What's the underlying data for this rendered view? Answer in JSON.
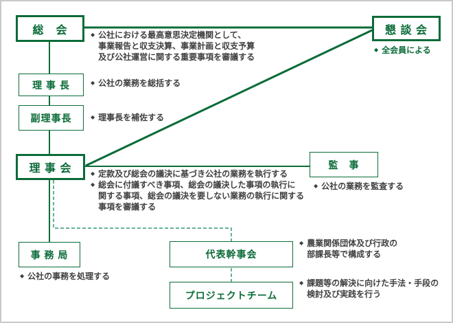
{
  "meta": {
    "bullet": "◆",
    "accent_green": "#0a6b38",
    "dashed_green": "#2f9a6a",
    "body_text_color": "#404040",
    "frame_color": "#c9c9c9"
  },
  "nodes": {
    "soukai": {
      "label": "総　会"
    },
    "kondankai": {
      "label": "懇 談 会"
    },
    "rijichou": {
      "label": "理 事 長"
    },
    "fukurijichou": {
      "label": "副理事長"
    },
    "rijikai": {
      "label": "理 事 会"
    },
    "kanji": {
      "label": "監　事"
    },
    "jimukyoku": {
      "label": "事 務 局"
    },
    "daihyokanjikai": {
      "label": "代表幹事会"
    },
    "project_team": {
      "label": "プロジェクトチーム"
    }
  },
  "notes": {
    "soukai": {
      "bullets": [
        {
          "text": "公社における最高意思決定機関として、\n事業報告と収支決算、事業計画と収支予算\n及び公社運営に関する重要事項を審議する"
        }
      ]
    },
    "rijichou": {
      "bullets": [
        {
          "text": "公社の業務を総括する"
        }
      ]
    },
    "fukurijichou": {
      "bullets": [
        {
          "text": "理事長を補佐する"
        }
      ]
    },
    "rijikai": {
      "bullets": [
        {
          "text": "定款及び総会の議決に基づき公社の業務を執行する"
        },
        {
          "text": "総会に付議すべき事項、総会の議決した事項の執行に\n関する事項、総会の議決を要しない業務の執行に関する\n事項を審議する"
        }
      ]
    },
    "kanji": {
      "bullets": [
        {
          "text": "公社の業務を監査する"
        }
      ]
    },
    "kondankai": {
      "bullets": [
        {
          "text": "全会員による"
        }
      ]
    },
    "jimukyoku": {
      "bullets": [
        {
          "text": "公社の事務を処理する"
        }
      ]
    },
    "daihyokanjikai": {
      "bullets": [
        {
          "text": "農業関係団体及び行政の\n部課長等で構成する"
        }
      ]
    },
    "project_team": {
      "bullets": [
        {
          "text": "課題等の解決に向けた手法・手段の\n検討及び実践を行う"
        }
      ]
    }
  }
}
